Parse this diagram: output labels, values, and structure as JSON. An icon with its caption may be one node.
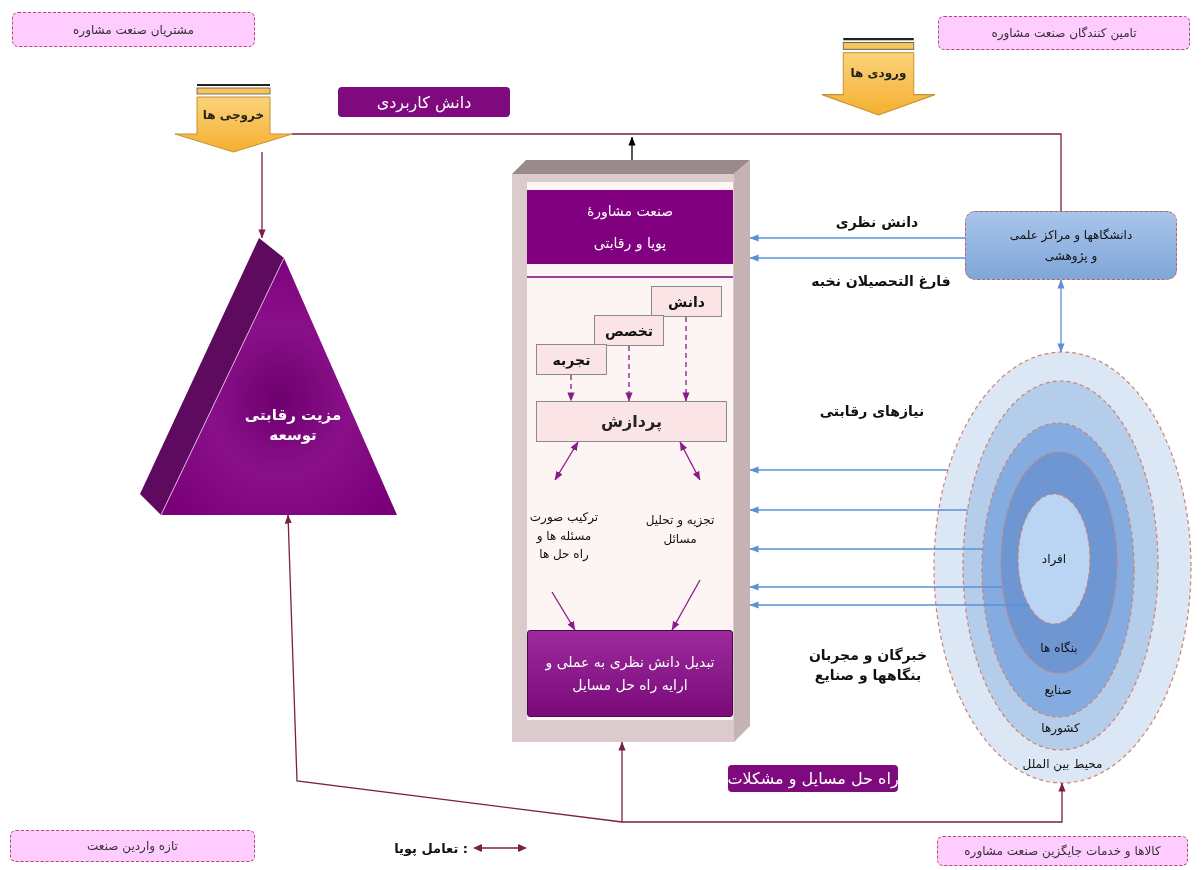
{
  "diagram": {
    "nodes": [
      {
        "text": [
          "مشتریان صنعت مشاوره"
        ]
      },
      {
        "text": [
          "تامین کنندگان صنعت مشاوره"
        ]
      },
      {
        "text": [
          "تازه واردین صنعت"
        ]
      },
      {
        "text": [
          "کالاها و خدمات جایگزین صنعت مشاوره"
        ]
      },
      {
        "text": [
          "خروجی ها"
        ]
      },
      {
        "text": [
          "ورودی ها"
        ]
      },
      {
        "text": [
          "دانش کاربردی"
        ]
      },
      {
        "text": [
          "مزیت رقابتی توسعه"
        ]
      },
      {
        "text": [],
        "shape": "box"
      },
      {
        "text": [
          "صنعت مشاورهٔ پویا و رقابتی"
        ],
        "in": 8
      },
      {
        "text": [
          "دانش"
        ],
        "in": 8
      },
      {
        "text": [
          "تخصص"
        ],
        "in": 8
      },
      {
        "text": [
          "تجربه"
        ],
        "in": 8
      },
      {
        "text": [
          "پردازش"
        ],
        "in": 8
      },
      {
        "text": [
          "ترکیب صورت مسئله ها و راه حل ها"
        ],
        "in": 8
      },
      {
        "text": [
          "تجزیه و تحلیل مسائل"
        ],
        "in": 8
      },
      {
        "text": [
          "تبدیل دانش نظری به عملی و ارایه راه حل مسایل"
        ],
        "in": 8
      },
      {
        "text": [
          "دانشگاهها و مراکز علمی و پژوهشی"
        ]
      },
      {
        "text": [
          "محیط بین الملل"
        ]
      },
      {
        "text": [
          "کشورها"
        ],
        "in": 18
      },
      {
        "text": [
          "صنایع"
        ],
        "in": 19
      },
      {
        "text": [
          "بنگاه ها"
        ],
        "in": 20
      },
      {
        "text": [
          "افراد"
        ],
        "in": 21
      },
      {
        "text": [
          "راه حل مسایل و مشکلات"
        ]
      }
    ],
    "edges": [
      {
        "from": 17,
        "to": 4,
        "arrow": "none",
        "color": "#7a1f45"
      },
      {
        "from": 8,
        "to": null,
        "arrow": "to",
        "color": "#000000"
      },
      {
        "from": 4,
        "to": 7,
        "arrow": "to",
        "color": "#7a1f45"
      },
      {
        "from": 17,
        "to": 8,
        "arrow": "to",
        "label": "دانش نظری"
      },
      {
        "from": 17,
        "to": 8,
        "arrow": "to",
        "label": "فارغ التحصیلان نخبه"
      },
      {
        "from": 17,
        "to": 18,
        "arrow": "both"
      },
      {
        "from": 18,
        "to": 8,
        "arrow": "to"
      },
      {
        "from": 19,
        "to": 8,
        "arrow": "to"
      },
      {
        "from": 20,
        "to": 8,
        "arrow": "to"
      },
      {
        "from": 21,
        "to": 8,
        "arrow": "to"
      },
      {
        "from": 22,
        "to": 8,
        "arrow": "to"
      },
      {
        "from": 10,
        "to": 13,
        "arrow": "to",
        "style": "dashed",
        "color": "#8b1a8b"
      },
      {
        "from": 11,
        "to": 13,
        "arrow": "to",
        "style": "dashed",
        "color": "#8b1a8b"
      },
      {
        "from": 12,
        "to": 13,
        "arrow": "to",
        "style": "dashed",
        "color": "#8b1a8b"
      },
      {
        "from": 13,
        "to": 14,
        "arrow": "both",
        "color": "#8b1a8b"
      },
      {
        "from": 13,
        "to": 15,
        "arrow": "both",
        "color": "#8b1a8b"
      },
      {
        "from": 14,
        "to": 16,
        "arrow": "to",
        "color": "#8b1a8b"
      },
      {
        "from": 15,
        "to": 16,
        "arrow": "to",
        "color": "#8b1a8b"
      },
      {
        "from": null,
        "to": 8,
        "arrow": "to",
        "color": "#7a1f45"
      },
      {
        "from": null,
        "to": 7,
        "arrow": "to",
        "color": "#7a1f45"
      },
      {
        "from": null,
        "to": 18,
        "arrow": "to",
        "color": "#7a1f45"
      }
    ],
    "labels": [
      "نیازهای رقابتی",
      "خبرگان و مجربان بنگاهها و صنایع"
    ],
    "legend": [
      {
        "text": ": تعامل پویا"
      }
    ]
  }
}
